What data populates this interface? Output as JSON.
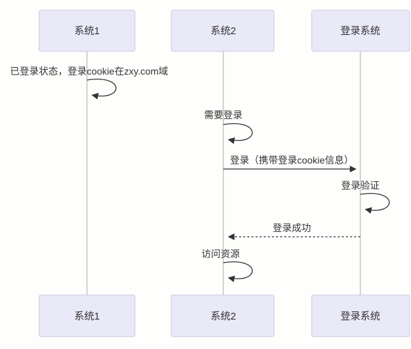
{
  "diagram": {
    "type": "sequence-diagram",
    "actors": [
      {
        "id": "sys1",
        "label": "系统1"
      },
      {
        "id": "sys2",
        "label": "系统2"
      },
      {
        "id": "login",
        "label": "登录系统"
      }
    ],
    "messages": [
      {
        "from": "sys1",
        "to": "sys1",
        "style": "self",
        "label": "已登录状态，登录cookie在zxy.com域"
      },
      {
        "from": "sys2",
        "to": "sys2",
        "style": "self",
        "label": "需要登录"
      },
      {
        "from": "sys2",
        "to": "login",
        "style": "solid",
        "label": "登录（携带登录cookie信息）"
      },
      {
        "from": "login",
        "to": "login",
        "style": "self",
        "label": "登录验证"
      },
      {
        "from": "login",
        "to": "sys2",
        "style": "dashed",
        "label": "登录成功"
      },
      {
        "from": "sys2",
        "to": "sys2",
        "style": "self",
        "label": "访问资源"
      }
    ],
    "colors": {
      "background": "#fefefc",
      "actor_fill": "#e9e9f8",
      "actor_border": "#c9c9e0",
      "text": "#333333",
      "message_line": "#333333",
      "lifeline": "#a8a8a8"
    }
  }
}
